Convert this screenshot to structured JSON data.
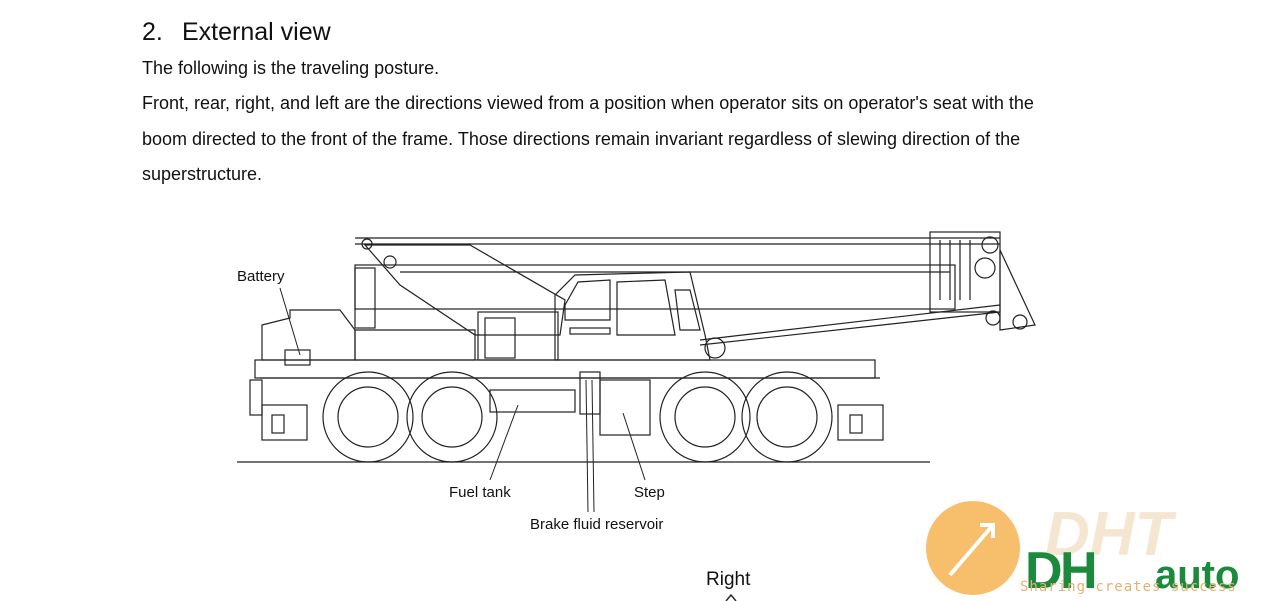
{
  "section": {
    "number": "2.",
    "title": "External view"
  },
  "paragraphs": [
    "The following is the traveling posture.",
    "Front, rear, right, and left are the directions viewed from a position when operator sits on operator's seat with the",
    "boom directed to the front of the frame. Those directions remain invariant regardless of slewing direction of the",
    "superstructure."
  ],
  "figure": {
    "callouts": {
      "battery": "Battery",
      "fuel_tank": "Fuel tank",
      "step": "Step",
      "brake_fluid_reservoir": "Brake fluid reservoir"
    },
    "direction_label": "Right"
  },
  "watermark": {
    "logo_text": "DHT auto",
    "tagline": "Sharing creates success",
    "colors": {
      "orange": "#f4a93b",
      "green": "#1c8a3c",
      "light": "#f3e1c8"
    }
  }
}
